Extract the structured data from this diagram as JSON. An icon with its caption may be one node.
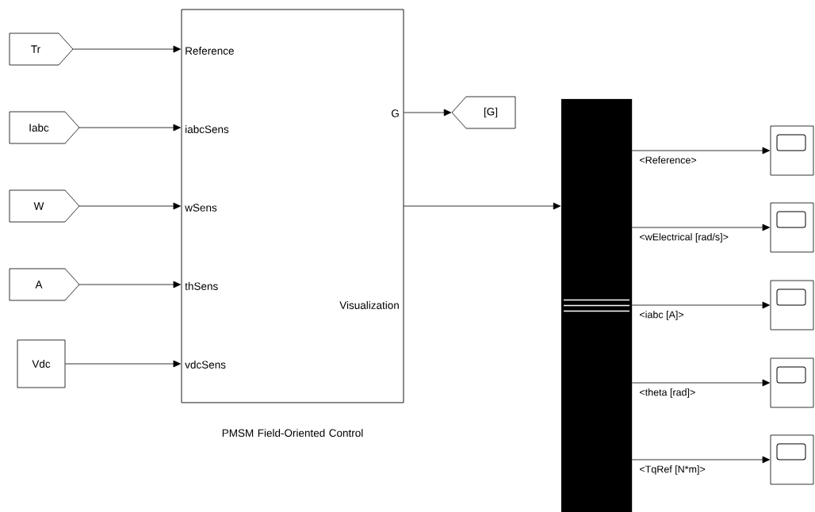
{
  "diagram": {
    "nodes": [
      {
        "text": [
          "Tr"
        ]
      },
      {
        "text": [
          "Iabc"
        ]
      },
      {
        "text": [
          "W"
        ]
      },
      {
        "text": [
          "A"
        ]
      },
      {
        "text": [
          "Vdc"
        ]
      },
      {
        "text": [
          "Reference",
          "iabcSens",
          "wSens",
          "thSens",
          "vdcSens",
          "G",
          "Visualization"
        ],
        "beside": [
          "PMSM Field-Oriented Control"
        ]
      },
      {
        "text": [
          "[G]"
        ]
      },
      {
        "text": [],
        "shape": "bar"
      },
      {
        "text": [],
        "shape": "box"
      },
      {
        "text": [],
        "shape": "box"
      },
      {
        "text": [],
        "shape": "box"
      },
      {
        "text": [],
        "shape": "box"
      },
      {
        "text": [],
        "shape": "box"
      }
    ],
    "edges": [
      {
        "from": 0,
        "to": 5,
        "arrow": "to"
      },
      {
        "from": 1,
        "to": 5,
        "arrow": "to"
      },
      {
        "from": 2,
        "to": 5,
        "arrow": "to"
      },
      {
        "from": 3,
        "to": 5,
        "arrow": "to"
      },
      {
        "from": 4,
        "to": 5,
        "arrow": "to"
      },
      {
        "from": 5,
        "to": 6,
        "arrow": "to"
      },
      {
        "from": 5,
        "to": 7,
        "arrow": "to"
      },
      {
        "from": 7,
        "to": 8,
        "arrow": "to",
        "label": "<Reference>"
      },
      {
        "from": 7,
        "to": 9,
        "arrow": "to",
        "label": "<wElectrical [rad/s]>"
      },
      {
        "from": 7,
        "to": 10,
        "arrow": "to",
        "label": "<iabc [A]>"
      },
      {
        "from": 7,
        "to": 11,
        "arrow": "to",
        "label": "<theta [rad]>"
      },
      {
        "from": 7,
        "to": 12,
        "arrow": "to",
        "label": "<TqRef [N*m]>"
      }
    ]
  }
}
